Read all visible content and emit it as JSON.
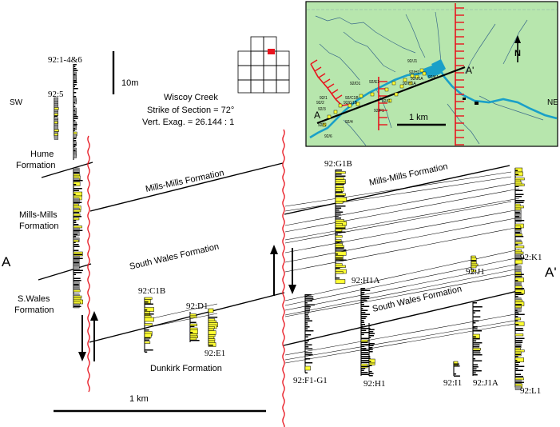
{
  "direction": {
    "sw": "SW",
    "ne": "NE"
  },
  "section_ends": {
    "a": "A",
    "a_prime": "A'"
  },
  "header": {
    "title": "Wiscoy Creek",
    "strike": "Strike of Section = 72°",
    "exaggeration": "Vert. Exag. = 26.144 : 1"
  },
  "scales": {
    "vertical": "10m",
    "horizontal": "1 km"
  },
  "formations": {
    "hume": [
      "Hume",
      "Formation"
    ],
    "mills_left": [
      "Mills-Mills",
      "Formation"
    ],
    "swales_left": [
      "S.Wales",
      "Formation"
    ],
    "mills_mid": "Mills-Mills Formation",
    "swales_mid": "South Wales Formation",
    "dunkirk": "Dunkirk Formation",
    "mills_right": "Mills-Mills Formation",
    "swales_right": "South Wales Formation"
  },
  "wells": {
    "w1": "92:1-4&6",
    "w5": "92:5",
    "c1b": "92:C1B",
    "d1": "92:D1",
    "e1": "92:E1",
    "g1b": "92:G1B",
    "h1a": "92:H1A",
    "fg1": "92:F1-G1",
    "h1": "92:H1",
    "j1": "92:J1",
    "k1": "92:K1",
    "i1": "92:I1",
    "j1a": "92:J1A",
    "l1": "92:L1"
  },
  "inset_map": {
    "north": "N",
    "a": "A",
    "a_prime": "A'",
    "scale": "1 km",
    "well_labels": [
      "92/J1",
      "92/H1",
      "92/J1A",
      "92/K1",
      "92/D1",
      "92/E1",
      "92/H1A",
      "92/G1B",
      "92/C1B",
      "92/1",
      "92/2",
      "92/3",
      "92/4",
      "92/5",
      "92/6",
      "92/I1",
      "92/F1"
    ]
  },
  "colors": {
    "map_bg": "#b7e6ad",
    "fault": "#e8141e",
    "river": "#1aa0c8",
    "marker": "#ffff33",
    "highlight": "#e8141e"
  }
}
